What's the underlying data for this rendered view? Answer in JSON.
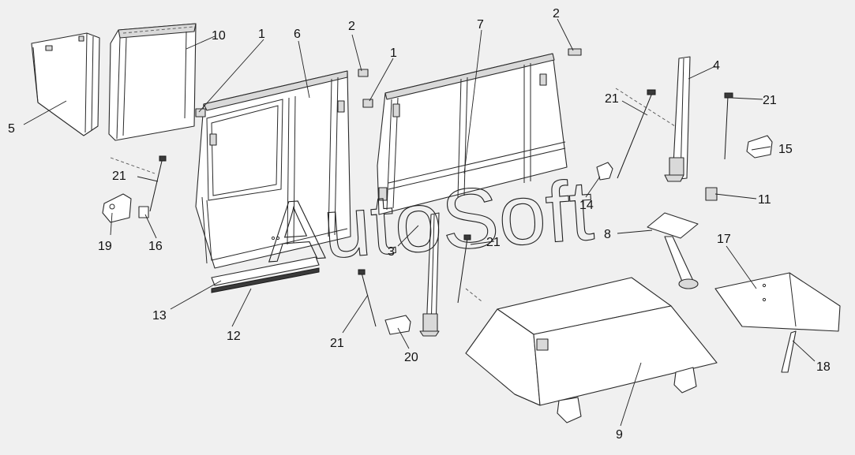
{
  "watermark": "AutoSoft",
  "callouts": [
    {
      "id": "c-1a",
      "label": "1"
    },
    {
      "id": "c-1b",
      "label": "1"
    },
    {
      "id": "c-2a",
      "label": "2"
    },
    {
      "id": "c-2b",
      "label": "2"
    },
    {
      "id": "c-3",
      "label": "3"
    },
    {
      "id": "c-4",
      "label": "4"
    },
    {
      "id": "c-5",
      "label": "5"
    },
    {
      "id": "c-6",
      "label": "6"
    },
    {
      "id": "c-7",
      "label": "7"
    },
    {
      "id": "c-8",
      "label": "8"
    },
    {
      "id": "c-9",
      "label": "9"
    },
    {
      "id": "c-10",
      "label": "10"
    },
    {
      "id": "c-11",
      "label": "11"
    },
    {
      "id": "c-12",
      "label": "12"
    },
    {
      "id": "c-13",
      "label": "13"
    },
    {
      "id": "c-14",
      "label": "14"
    },
    {
      "id": "c-15",
      "label": "15"
    },
    {
      "id": "c-16",
      "label": "16"
    },
    {
      "id": "c-17",
      "label": "17"
    },
    {
      "id": "c-18",
      "label": "18"
    },
    {
      "id": "c-19",
      "label": "19"
    },
    {
      "id": "c-20",
      "label": "20"
    },
    {
      "id": "c-21a",
      "label": "21"
    },
    {
      "id": "c-21b",
      "label": "21"
    },
    {
      "id": "c-21c",
      "label": "21"
    },
    {
      "id": "c-21d",
      "label": "21"
    },
    {
      "id": "c-21e",
      "label": "21"
    }
  ]
}
